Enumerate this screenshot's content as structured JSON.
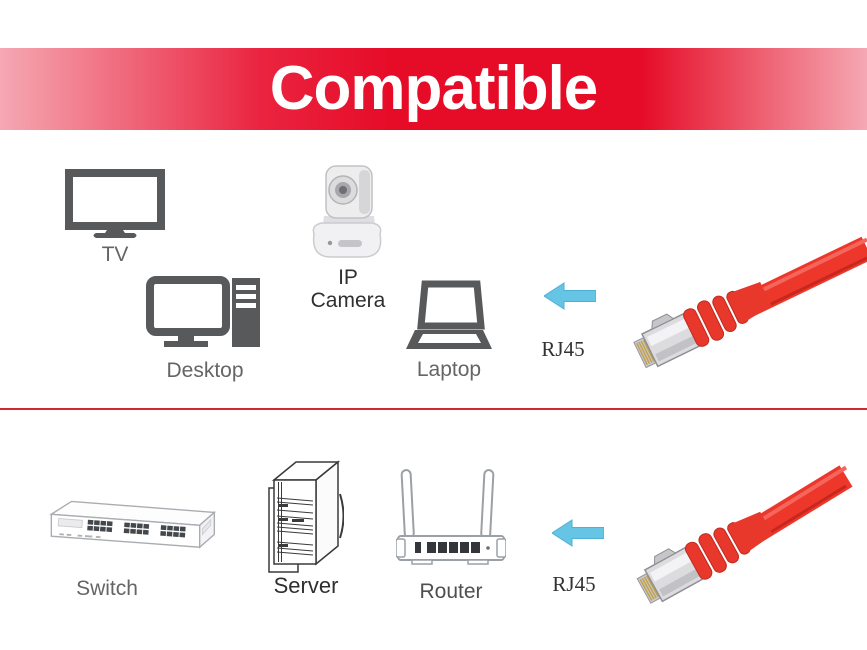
{
  "banner": {
    "title": "Compatible"
  },
  "top_row": {
    "devices": [
      {
        "label": "TV",
        "icon": "tv-icon"
      },
      {
        "label": "IP Camera",
        "icon": "ip-camera-icon"
      },
      {
        "label": "Desktop",
        "icon": "desktop-icon"
      },
      {
        "label": "Laptop",
        "icon": "laptop-icon"
      }
    ],
    "arrow": {
      "direction": "left"
    },
    "connector_label": "RJ45",
    "cable": "red-ethernet-patch-cable"
  },
  "bottom_row": {
    "devices": [
      {
        "label": "Switch",
        "icon": "switch-icon"
      },
      {
        "label": "Server",
        "icon": "server-icon"
      },
      {
        "label": "Router",
        "icon": "router-icon"
      }
    ],
    "arrow": {
      "direction": "left"
    },
    "connector_label": "RJ45",
    "cable": "red-ethernet-patch-cable"
  },
  "colors": {
    "banner_red": "#e60c28",
    "banner_pink_edge": "#f5a8b3",
    "banner_text": "#ffffff",
    "arrow_blue": "#66c4e5",
    "cable_red": "#ed372b",
    "icon_gray": "#58595b",
    "divider_red": "#cf2733",
    "label_gray": "#646567",
    "label_dark": "#2f2f31"
  }
}
